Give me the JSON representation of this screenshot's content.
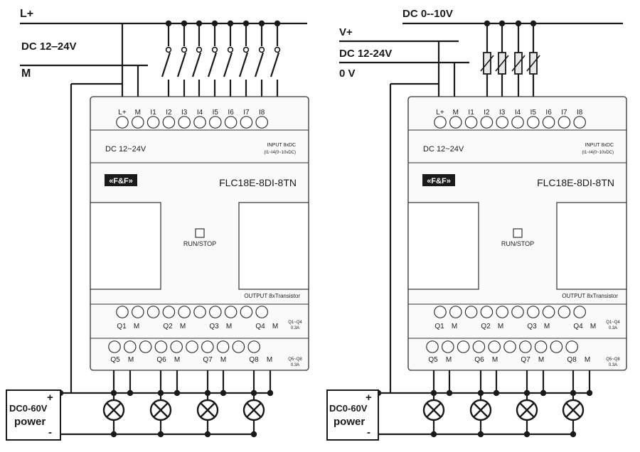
{
  "left_supply": {
    "l_plus": "L+",
    "voltage": "DC  12‒24V",
    "m": "M"
  },
  "right_supply": {
    "analog_range": "DC 0--10V",
    "v_plus": "V+",
    "voltage": "DC 12-24V",
    "zero_v": "0 V"
  },
  "module": {
    "input_terminals": [
      "L+",
      "M",
      "I1",
      "I2",
      "I3",
      "I4",
      "I5",
      "I6",
      "I7",
      "I8"
    ],
    "supply_label": "DC 12~24V",
    "input_spec_line1": "INPUT 8xDC",
    "input_spec_line2": "(I1~I4(0~10vDC)",
    "brand": "«F&F»",
    "model": "FLC18E-8DI-8TN",
    "run_stop": "RUN/STOP",
    "output_spec": "OUTPUT 8xTransistor",
    "out_row1_labels": [
      "Q1",
      "M",
      "Q2",
      "M",
      "Q3",
      "M",
      "Q4",
      "M"
    ],
    "out_row1_rating1": "Q1~Q4",
    "out_row1_rating2": "0.3A",
    "out_row2_labels": [
      "Q5",
      "M",
      "Q6",
      "M",
      "Q7",
      "M",
      "Q8",
      "M"
    ],
    "out_row2_rating1": "Q5~Q8",
    "out_row2_rating2": "0.3A"
  },
  "power_box": {
    "line1": "DC0-60V",
    "line2": "power",
    "plus": "+",
    "minus": "-"
  },
  "colors": {
    "line": "#1a1a1a",
    "brand_bg": "#1a1a1a",
    "brand_fg": "#ffffff"
  }
}
